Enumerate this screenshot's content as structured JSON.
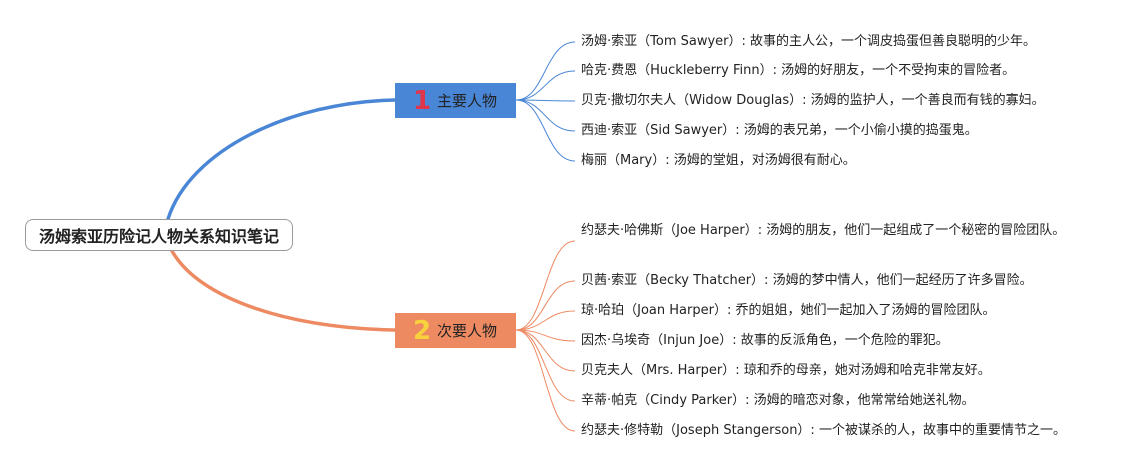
{
  "root": {
    "title": "汤姆索亚历险记人物关系知识笔记"
  },
  "colors": {
    "branch_1": "#4a86d6",
    "branch_2": "#ee8a62",
    "number_1": "#e0354a",
    "number_2": "#f7d23c"
  },
  "branches": [
    {
      "number": "1",
      "label": "主要人物",
      "leaves": [
        "汤姆·索亚（Tom Sawyer）: 故事的主人公，一个调皮捣蛋但善良聪明的少年。",
        "哈克·费恩（Huckleberry Finn）: 汤姆的好朋友，一个不受拘束的冒险者。",
        "贝克·撒切尔夫人（Widow Douglas）: 汤姆的监护人，一个善良而有钱的寡妇。",
        "西迪·索亚（Sid Sawyer）: 汤姆的表兄弟，一个小偷小摸的捣蛋鬼。",
        "梅丽（Mary）: 汤姆的堂姐，对汤姆很有耐心。"
      ]
    },
    {
      "number": "2",
      "label": "次要人物",
      "leaves": [
        "约瑟夫·哈佛斯（Joe Harper）: 汤姆的朋友，他们一起组成了一个秘密的冒险团队。",
        "贝茜·索亚（Becky Thatcher）: 汤姆的梦中情人，他们一起经历了许多冒险。",
        "琼·哈珀（Joan Harper）: 乔的姐姐，她们一起加入了汤姆的冒险团队。",
        "因杰·乌埃奇（Injun Joe）: 故事的反派角色，一个危险的罪犯。",
        "贝克夫人（Mrs. Harper）: 琼和乔的母亲，她对汤姆和哈克非常友好。",
        "辛蒂·帕克（Cindy Parker）: 汤姆的暗恋对象，他常常给她送礼物。",
        "约瑟夫·修特勒（Joseph Stangerson）: 一个被谋杀的人，故事中的重要情节之一。"
      ]
    }
  ]
}
